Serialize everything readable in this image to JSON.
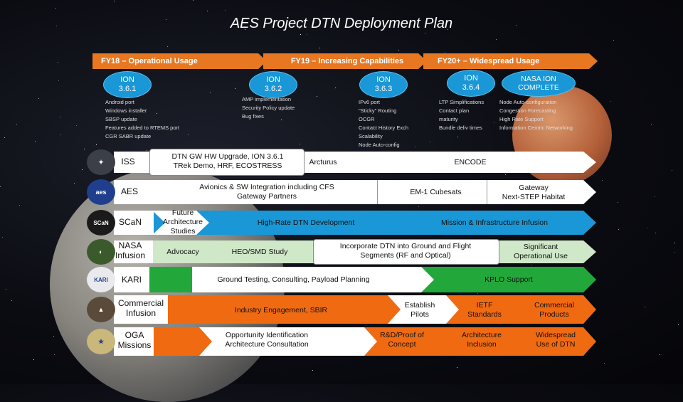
{
  "title": "AES Project DTN Deployment Plan",
  "phases": [
    {
      "label": "FY18 – Operational Usage"
    },
    {
      "label": "FY19 – Increasing Capabilities"
    },
    {
      "label": "FY20+ – Widespread Usage"
    }
  ],
  "versions": [
    {
      "label": "ION\n3.6.1"
    },
    {
      "label": "ION\n3.6.2"
    },
    {
      "label": "ION\n3.6.3"
    },
    {
      "label": "ION\n3.6.4"
    },
    {
      "label": "NASA ION\nCOMPLETE"
    }
  ],
  "notes": [
    "Android port\nWindows installer\nSBSP update\nFeatures added to RTEMS port\nCGR SABR update",
    "AMP implementation\nSecurity Policy update\nBug fixes",
    "IPv6 port\n\"Sticky\" Routing\nOCGR\nContact History Exch\nScalability\nNode Auto-config",
    "LTP Simplifications\nContact plan\nmaturity\nBundle deliv times",
    "Node Auto-configuration\nCongestion Forecasting\nHigh Rate Support\nInformation Centric Networking"
  ],
  "rows": [
    {
      "label": "ISS",
      "logo": "iss-icon",
      "color": "#ffffff",
      "items": [
        "DTN GW HW Upgrade, ION 3.6.1\nTRek Demo, HRF, ECOSTRESS",
        "Arcturus",
        "ENCODE"
      ]
    },
    {
      "label": "AES",
      "logo": "aes-logo",
      "color": "#ffffff",
      "items": [
        "Avionics & SW Integration including CFS\nGateway Partners",
        "EM-1 Cubesats",
        "Gateway\nNext-STEP Habitat"
      ]
    },
    {
      "label": "SCaN",
      "logo": "scan-logo",
      "color": "#1a97d6",
      "items": [
        "Future\nArchitecture\nStudies",
        "High-Rate DTN Development",
        "Mission & Infrastructure Infusion"
      ]
    },
    {
      "label": "NASA\nInfusion",
      "logo": "nasa-infusion-icon",
      "color": "#cfe8c8",
      "items": [
        "Advocacy",
        "HEO/SMD Study",
        "Incorporate DTN into Ground and Flight\nSegments (RF and Optical)",
        "Significant\nOperational Use"
      ]
    },
    {
      "label": "KARI",
      "logo": "kari-logo",
      "color": "#22a83a",
      "items": [
        "Ground Testing, Consulting, Payload Planning",
        "KPLO Support"
      ]
    },
    {
      "label": "Commercial\nInfusion",
      "logo": "commercial-icon",
      "color": "#f06a12",
      "items": [
        "Industry Engagement, SBIR",
        "Establish\nPilots",
        "IETF\nStandards",
        "Commercial\nProducts"
      ]
    },
    {
      "label": "OGA\nMissions",
      "logo": "oga-seal",
      "color": "#f06a12",
      "items": [
        "Opportunity Identification\nArchitecture Consultation",
        "R&D/Proof of\nConcept",
        "Architecture\nInclusion",
        "Widespread\nUse of DTN"
      ]
    }
  ],
  "colors": {
    "orange": "#e87722",
    "blue": "#1a97d6",
    "green": "#22a83a",
    "lightgreen": "#cfe8c8"
  }
}
